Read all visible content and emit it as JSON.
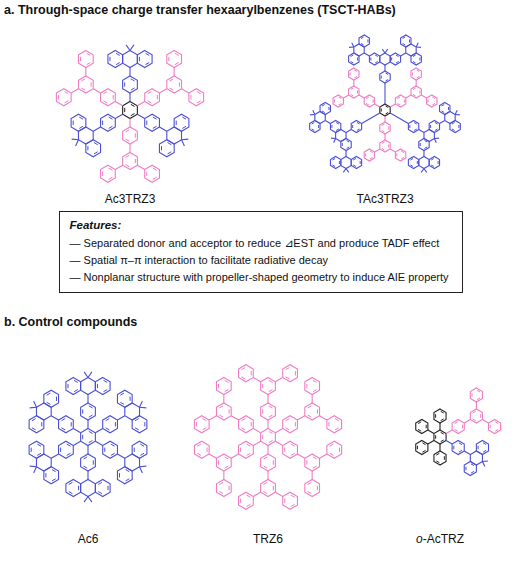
{
  "diagram": {
    "nodes": [
      {
        "text": [
          "Features:",
          "— Separated donor and acceptor to reduce ⊿EST and produce TADF effect",
          "— Spatial π–π interaction to facilitate radiative decay",
          "— Nonplanar structure with propeller-shaped geometry to induce AIE property"
        ]
      }
    ],
    "labels": [
      "a. Through-space charge transfer hexaarylbenzenes (TSCT-HABs)",
      "Ac3TRZ3",
      "TAc3TRZ3",
      "b. Control compounds",
      "Ac6",
      "TRZ6",
      "o-AcTRZ"
    ]
  }
}
